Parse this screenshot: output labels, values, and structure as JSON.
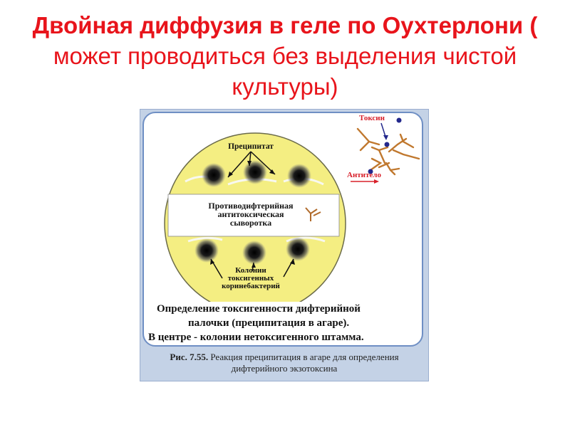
{
  "slide": {
    "title_bold": "Двойная диффузия в геле по Оухтерлони (",
    "title_rest": " может проводиться без выделения чистой культуры)"
  },
  "figure": {
    "labels": {
      "precipitate": "Преципитат",
      "serum_line1": "Противодифтерийная",
      "serum_line2": "антитоксическая",
      "serum_line3": "сыворотка",
      "colonies_line1": "Колонии",
      "colonies_line2": "токсигенных",
      "colonies_line3": "коринебактерий",
      "toxin": "Токсин",
      "antibody": "Антитело"
    },
    "description": {
      "line1": "Определение токсигенности дифтерийной",
      "line2": "палочки (преципитация в агаре).",
      "line3": "В центре - колонии нетоксигенного штамма."
    },
    "caption": {
      "number": "Рис. 7.55.",
      "line1_rest": " Реакция преципитация в агаре для определения",
      "line2": "дифтерийного экзотоксина"
    }
  },
  "colors": {
    "title": "#e8141b",
    "dish_fill": "#f4ee82",
    "dish_stroke": "#6b6b4a",
    "panel_border": "#6f8fc4",
    "frame_bg": "#c4d2e6",
    "label_red": "#d8202a"
  }
}
